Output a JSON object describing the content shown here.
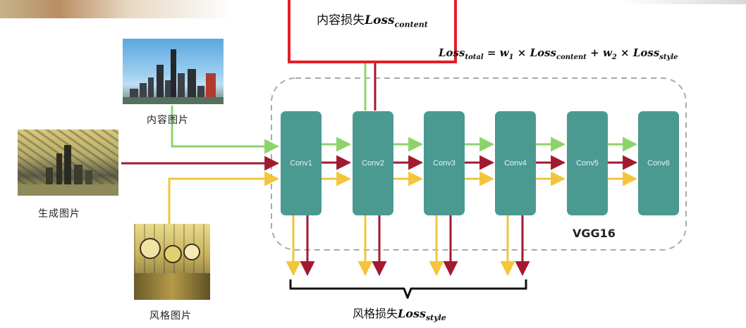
{
  "colors": {
    "content_arrow": "#8cd46a",
    "generated_arrow": "#a3192f",
    "style_arrow": "#f2c53a",
    "conv_fill": "#4a9a92",
    "content_box_border": "#e21f26",
    "vgg_border": "#a7aca9"
  },
  "content_loss": {
    "prefix": "内容损失",
    "loss": "Loss",
    "sub": "content"
  },
  "formula": {
    "total_loss": "Loss",
    "total_sub": "total",
    "eq": " = ",
    "w1": "w",
    "w1_sub": "1",
    "times1": " × ",
    "content_loss": "Loss",
    "content_sub": "content",
    "plus": " + ",
    "w2": "w",
    "w2_sub": "2",
    "times2": " × ",
    "style_loss": "Loss",
    "style_sub": "style"
  },
  "style_loss": {
    "prefix": "风格损失",
    "loss": "Loss",
    "sub": "style"
  },
  "images": {
    "content_caption": "内容图片",
    "generated_caption": "生成图片",
    "style_caption": "风格图片"
  },
  "network": {
    "name": "VGG16",
    "layers": [
      "Conv1",
      "Conv2",
      "Conv3",
      "Conv4",
      "Conv5",
      "Conv6"
    ]
  }
}
